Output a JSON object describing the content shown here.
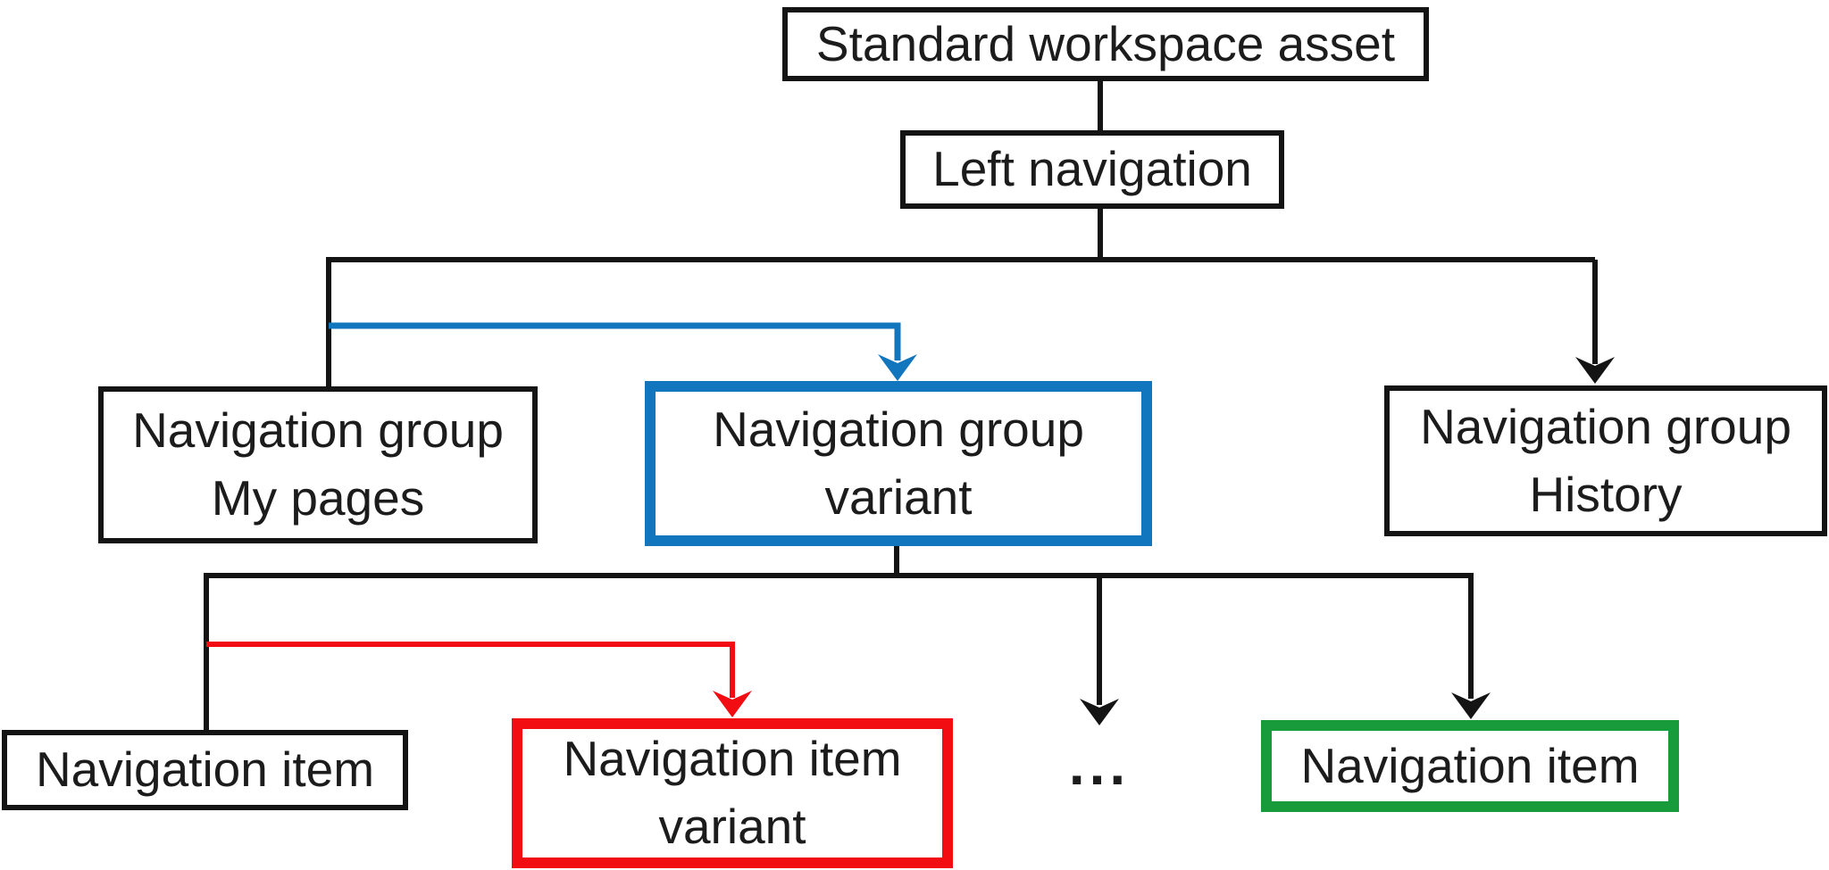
{
  "colors": {
    "line": "#141414",
    "text": "#1c1c1c",
    "background": "#ffffff",
    "highlight_blue": "#1276be",
    "highlight_red": "#f20d13",
    "highlight_green": "#189c3b"
  },
  "nodes": {
    "root": {
      "label": "Standard workspace asset"
    },
    "left_navigation": {
      "label": "Left navigation"
    },
    "group_my_pages": {
      "line1": "Navigation group",
      "line2": "My pages"
    },
    "group_variant": {
      "line1": "Navigation group",
      "line2": "variant"
    },
    "group_history": {
      "line1": "Navigation group",
      "line2": "History"
    },
    "item": {
      "label": "Navigation item"
    },
    "item_variant": {
      "line1": "Navigation item",
      "line2": "variant"
    },
    "item_highlight": {
      "label": "Navigation item"
    },
    "ellipsis": "..."
  }
}
